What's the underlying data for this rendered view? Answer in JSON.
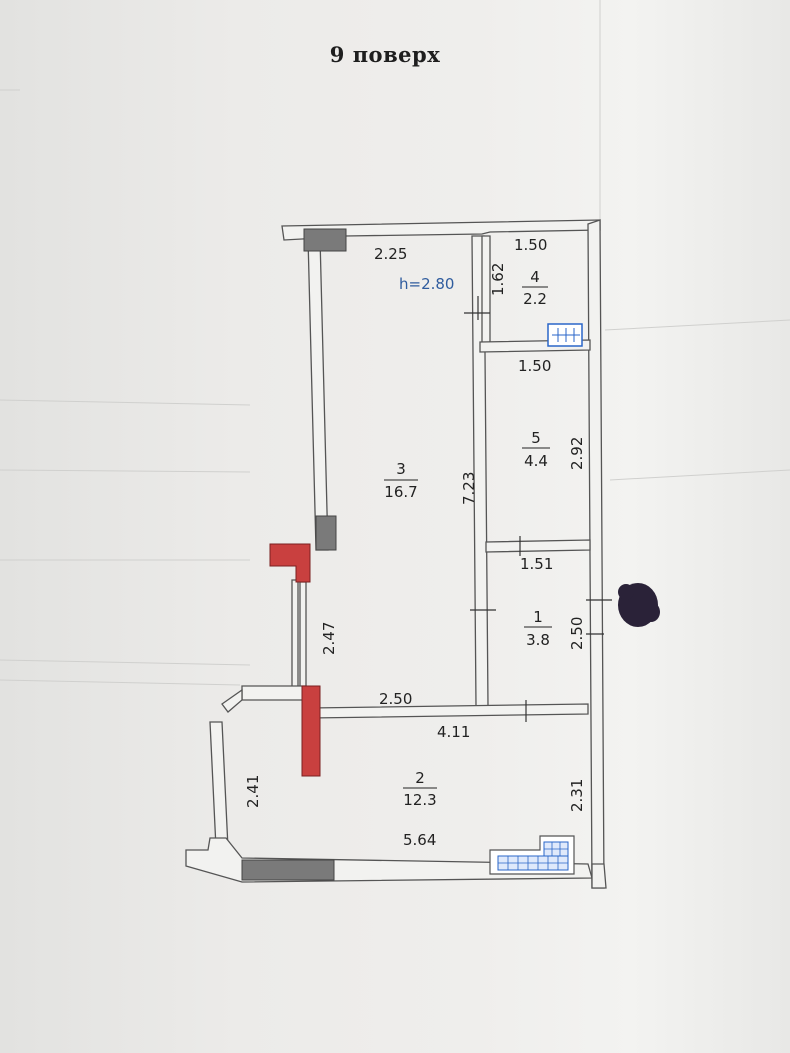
{
  "plan": {
    "floor_title": "9 поверх",
    "height_label": "h=2.80",
    "colors": {
      "wall": "#555555",
      "wall_fill": "#f2f2f0",
      "column": "#7a7a7a",
      "brick": "#c9403f",
      "window": "#2a66c8",
      "dot": "#2a2238"
    },
    "rooms": [
      {
        "id": "room-1",
        "number": "1",
        "area": "3.8"
      },
      {
        "id": "room-2",
        "number": "2",
        "area": "12.3"
      },
      {
        "id": "room-3",
        "number": "3",
        "area": "16.7"
      },
      {
        "id": "room-4",
        "number": "4",
        "area": "2.2"
      },
      {
        "id": "room-5",
        "number": "5",
        "area": "4.4"
      }
    ],
    "dimensions": [
      {
        "id": "dim-top-left",
        "value": "2.25"
      },
      {
        "id": "dim-top-right",
        "value": "1.50"
      },
      {
        "id": "dim-mid-right",
        "value": "1.50"
      },
      {
        "id": "dim-room5-bottom",
        "value": "1.51"
      },
      {
        "id": "dim-room3-bottom",
        "value": "2.50"
      },
      {
        "id": "dim-corridor-width",
        "value": "4.11"
      },
      {
        "id": "dim-bottom-width",
        "value": "5.64"
      },
      {
        "id": "dim-room3-height",
        "value": "7.23"
      },
      {
        "id": "dim-room4-height",
        "value": "1.62"
      },
      {
        "id": "dim-room5-height",
        "value": "2.92"
      },
      {
        "id": "dim-room1-height",
        "value": "2.50"
      },
      {
        "id": "dim-room2-right-height",
        "value": "2.31"
      },
      {
        "id": "dim-balcony-height",
        "value": "2.47"
      },
      {
        "id": "dim-room2-left-height",
        "value": "2.41"
      }
    ]
  }
}
